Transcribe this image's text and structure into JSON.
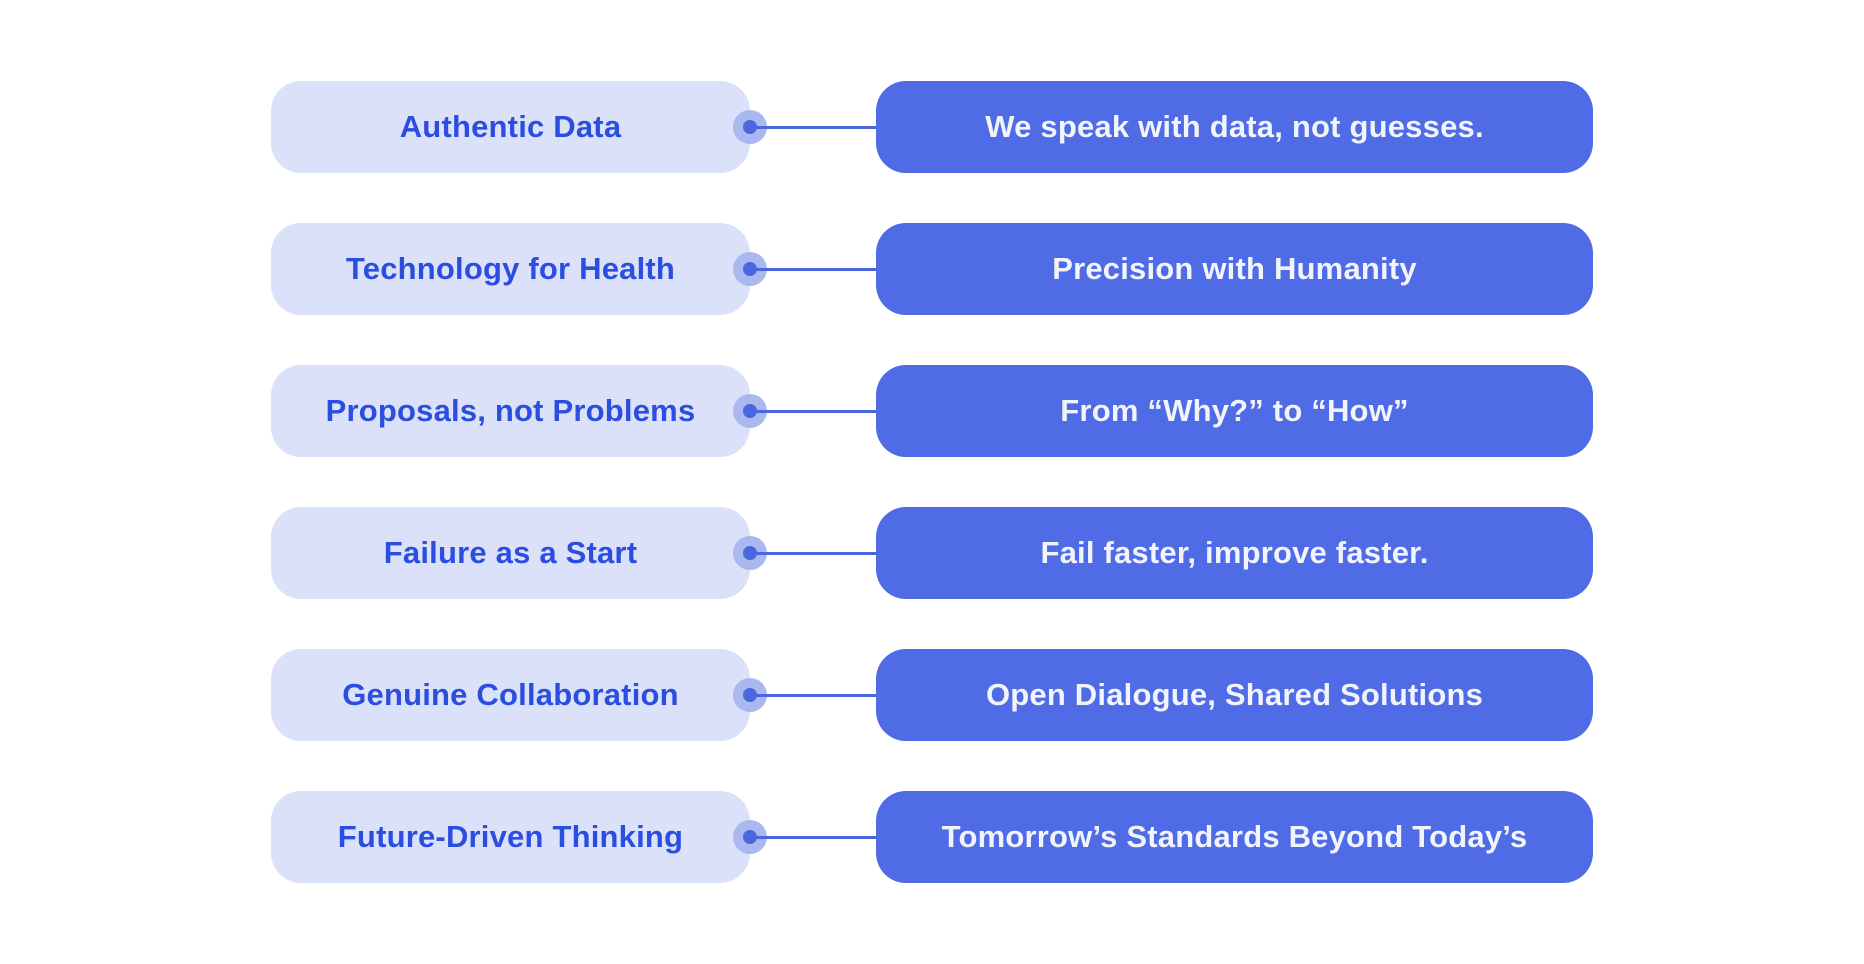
{
  "diagram": {
    "kind": "paired-values-diagram",
    "background": "#ffffff"
  },
  "colors": {
    "left_pill_bg": "#dbe1f9",
    "left_pill_text": "#2b4ee0",
    "right_pill_bg": "#4f6be5",
    "right_pill_text": "#f2f4fb",
    "connector_line": "#4a67e0",
    "connector_dot": "#4a67e0",
    "connector_dot_halo": "#a9b8ef"
  },
  "rows": [
    {
      "label": "Authentic Data",
      "value": "We speak with data, not guesses."
    },
    {
      "label": "Technology for Health",
      "value": "Precision with Humanity"
    },
    {
      "label": "Proposals, not Problems",
      "value": "From “Why?” to “How”"
    },
    {
      "label": "Failure as a Start",
      "value": "Fail faster, improve faster."
    },
    {
      "label": "Genuine Collaboration",
      "value": "Open Dialogue, Shared Solutions"
    },
    {
      "label": "Future-Driven Thinking",
      "value": "Tomorrow’s Standards Beyond Today’s"
    }
  ]
}
